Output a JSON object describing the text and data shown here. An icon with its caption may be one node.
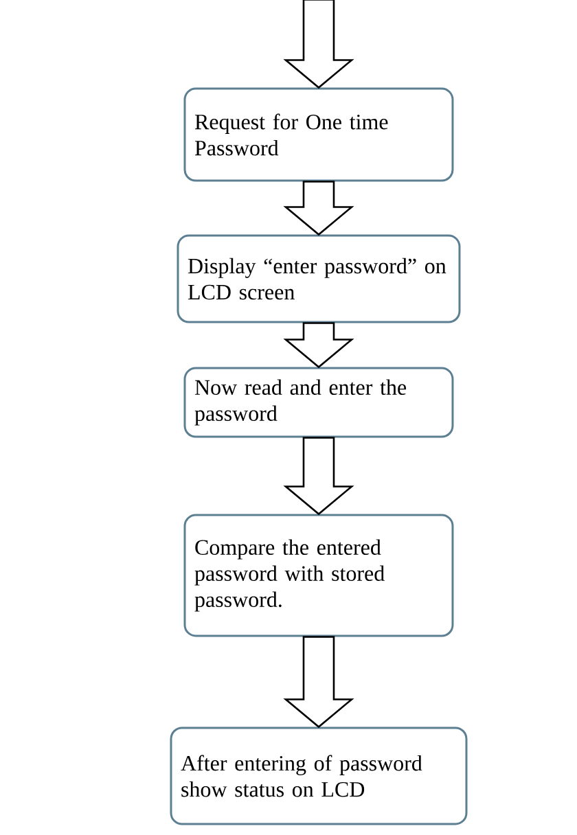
{
  "diagram": {
    "nodes": [
      {
        "text": [
          "Request for One time Password"
        ]
      },
      {
        "text": [
          "Display “enter password” on LCD screen"
        ]
      },
      {
        "text": [
          "Now read and enter the password"
        ]
      },
      {
        "text": [
          "Compare the entered password with stored password."
        ]
      },
      {
        "text": [
          "After entering of password show status on LCD"
        ]
      }
    ],
    "edges": [
      {
        "from": null,
        "to": 0,
        "arrow": "to"
      },
      {
        "from": 0,
        "to": 1,
        "arrow": "to"
      },
      {
        "from": 1,
        "to": 2,
        "arrow": "to"
      },
      {
        "from": 2,
        "to": 3,
        "arrow": "to"
      },
      {
        "from": 3,
        "to": 4,
        "arrow": "to"
      }
    ]
  }
}
